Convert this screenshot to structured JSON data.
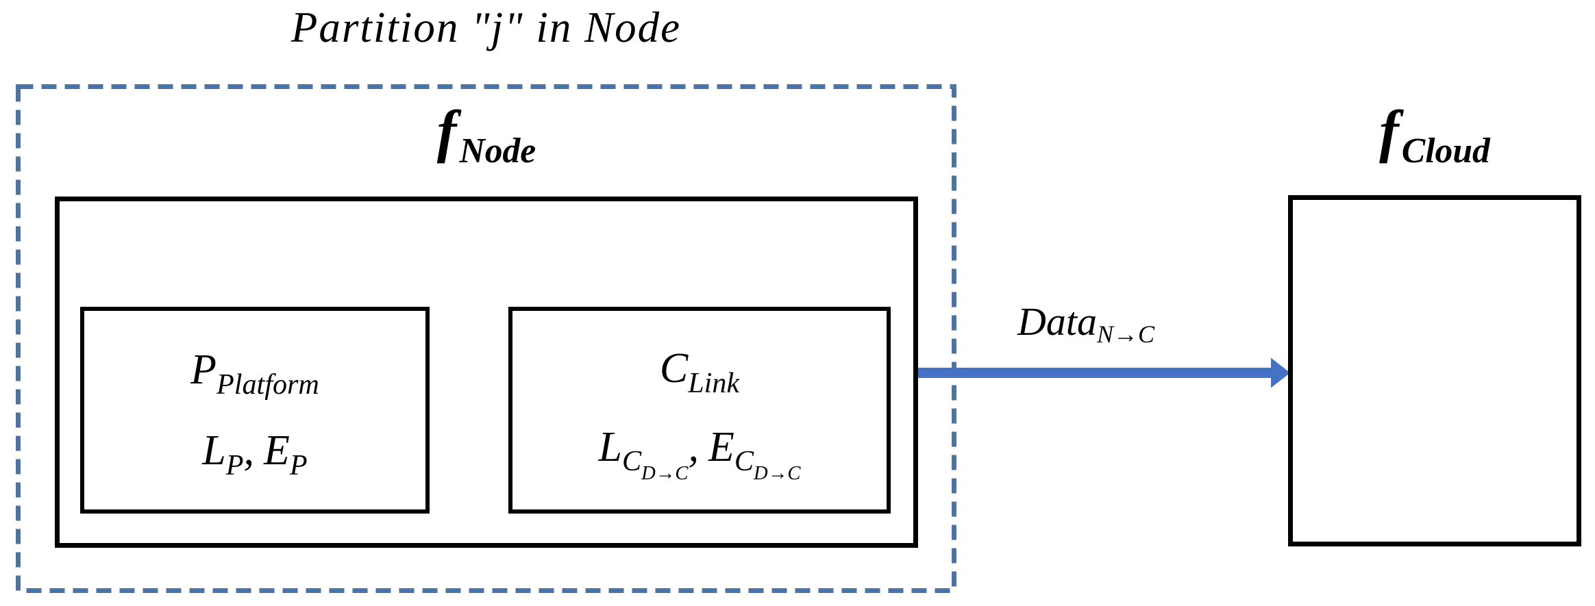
{
  "diagram": {
    "title": "Partition \"j\" in Node",
    "colors": {
      "dashed_border": "#4A74A8",
      "arrow": "#4472C4",
      "box_border": "#000000",
      "background": "#FFFFFF"
    },
    "partition": {
      "node_function": {
        "base": "f",
        "sub": "Node"
      },
      "platform_block": {
        "name": {
          "base": "P",
          "sub": "Platform"
        },
        "metrics": {
          "latency_base": "L",
          "latency_sub": "P",
          "separator": ",",
          "energy_base": "E",
          "energy_sub": "P"
        }
      },
      "link_block": {
        "name": {
          "base": "C",
          "sub": "Link"
        },
        "metrics": {
          "latency_base": "L",
          "latency_sub": "C",
          "latency_subsub": "D→C",
          "separator": ",",
          "energy_base": "E",
          "energy_sub": "C",
          "energy_subsub": "D→C"
        }
      }
    },
    "data_flow": {
      "label": {
        "base": "Data",
        "sub": "N→C"
      }
    },
    "cloud_function": {
      "base": "f",
      "sub": "Cloud"
    }
  }
}
